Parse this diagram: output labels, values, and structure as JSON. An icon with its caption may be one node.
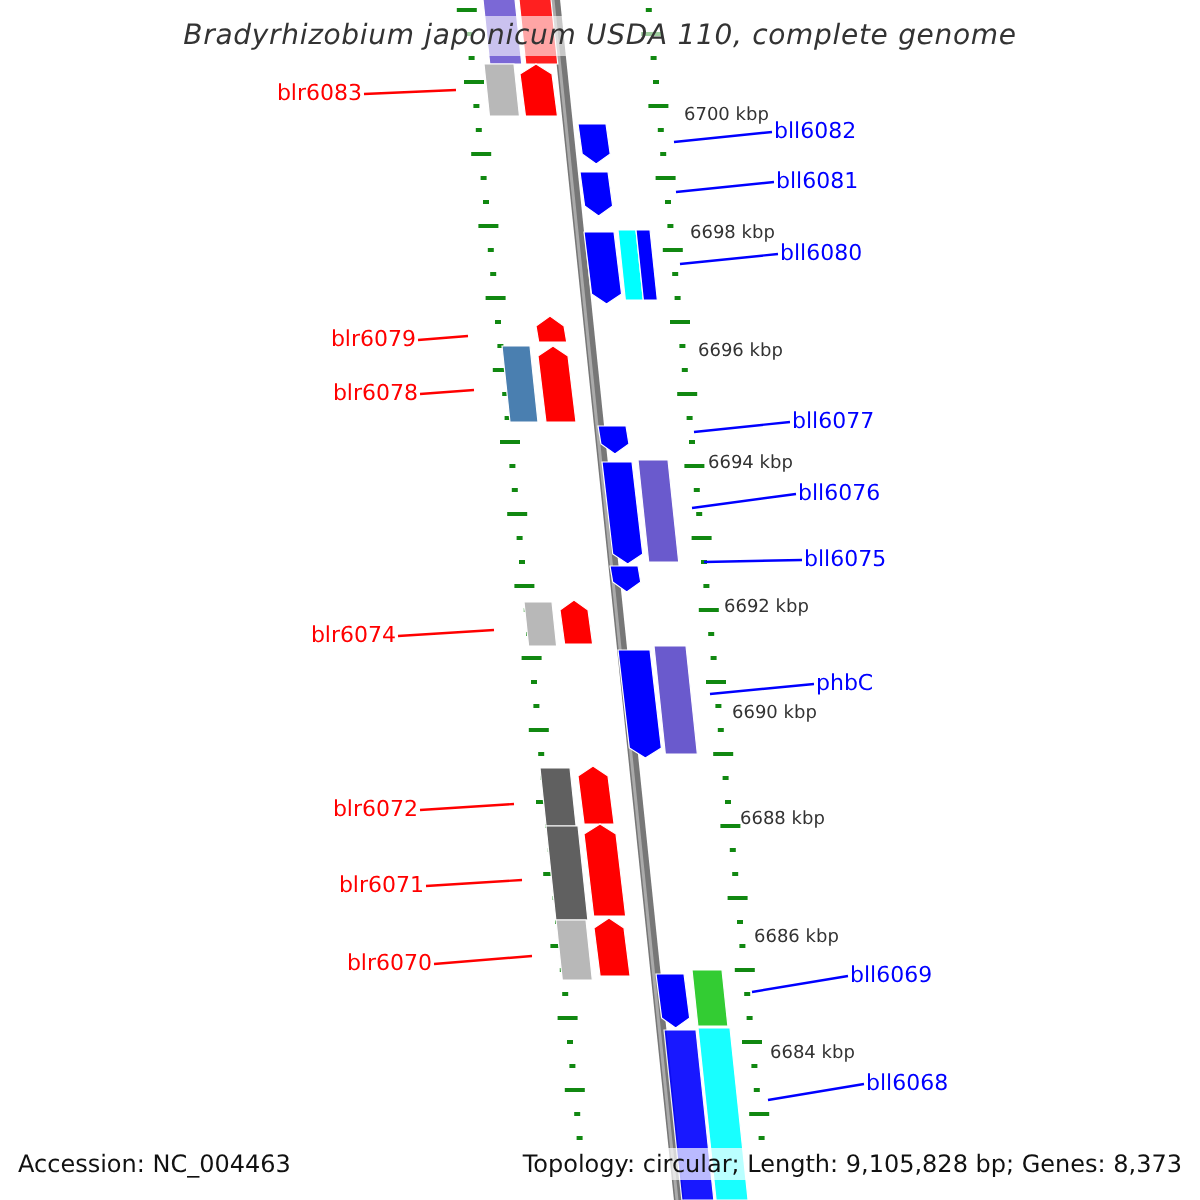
{
  "diagram": {
    "title": "Bradyrhizobium japonicum USDA 110, complete genome",
    "nodes": [
      {
        "text": [
          "blr6083"
        ]
      },
      {
        "text": [
          "bll6082"
        ]
      },
      {
        "text": [
          "bll6081"
        ]
      },
      {
        "text": [
          "bll6080"
        ]
      },
      {
        "text": [
          "blr6079"
        ]
      },
      {
        "text": [
          "blr6078"
        ]
      },
      {
        "text": [
          "bll6077"
        ]
      },
      {
        "text": [
          "bll6076"
        ]
      },
      {
        "text": [
          "bll6075"
        ]
      },
      {
        "text": [
          "blr6074"
        ]
      },
      {
        "text": [
          "phbC"
        ]
      },
      {
        "text": [
          "blr6072"
        ]
      },
      {
        "text": [
          "blr6071"
        ]
      },
      {
        "text": [
          "blr6070"
        ]
      },
      {
        "text": [
          "bll6069"
        ]
      },
      {
        "text": [
          "bll6068"
        ]
      }
    ],
    "edges": [
      {
        "from": 0,
        "to": null,
        "arrow": "none",
        "color": "#ff0000"
      },
      {
        "from": 1,
        "to": null,
        "arrow": "none"
      },
      {
        "from": 2,
        "to": null,
        "arrow": "none"
      },
      {
        "from": 3,
        "to": null,
        "arrow": "none"
      },
      {
        "from": 4,
        "to": null,
        "arrow": "none",
        "color": "#ff0000"
      },
      {
        "from": 5,
        "to": null,
        "arrow": "none",
        "color": "#ff0000"
      },
      {
        "from": 6,
        "to": null,
        "arrow": "none"
      },
      {
        "from": 7,
        "to": null,
        "arrow": "none"
      },
      {
        "from": 8,
        "to": null,
        "arrow": "none"
      },
      {
        "from": 9,
        "to": null,
        "arrow": "none",
        "color": "#ff0000"
      },
      {
        "from": 10,
        "to": null,
        "arrow": "none"
      },
      {
        "from": 11,
        "to": null,
        "arrow": "none",
        "color": "#ff0000"
      },
      {
        "from": 12,
        "to": null,
        "arrow": "none",
        "color": "#ff0000"
      },
      {
        "from": 13,
        "to": null,
        "arrow": "none",
        "color": "#ff0000"
      },
      {
        "from": 14,
        "to": null,
        "arrow": "none"
      },
      {
        "from": 15,
        "to": null,
        "arrow": "none"
      }
    ],
    "labels": [
      "6700 kbp",
      "6698 kbp",
      "6696 kbp",
      "6694 kbp",
      "6692 kbp",
      "6690 kbp",
      "6688 kbp",
      "6686 kbp",
      "6684 kbp",
      "Accession: NC_004463",
      "Topology: circular; Length: 9,105,828 bp; Genes: 8,373"
    ]
  }
}
